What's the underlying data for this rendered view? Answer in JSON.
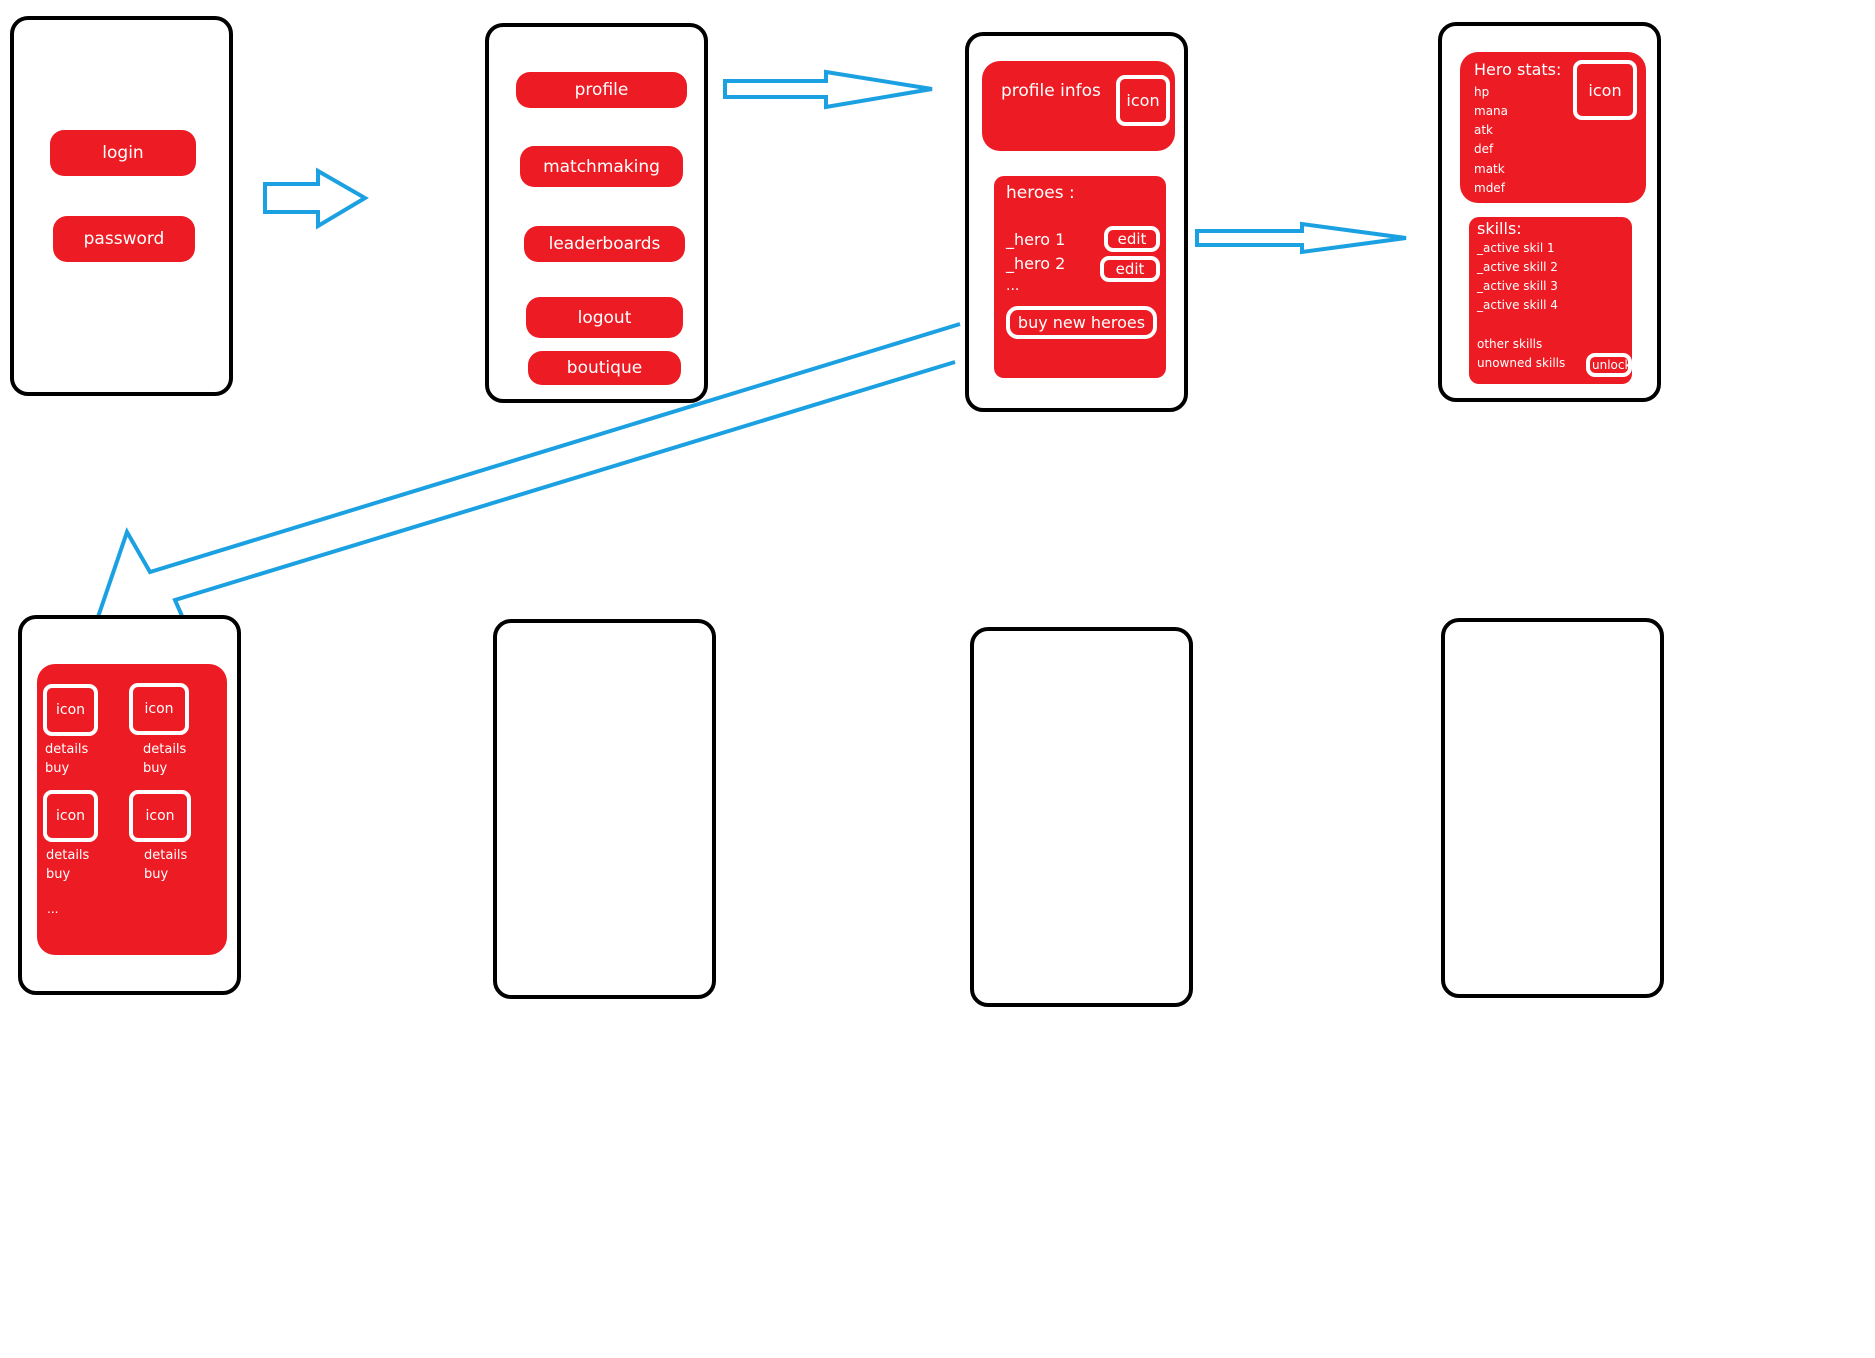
{
  "colors": {
    "accent": "#ed1c24",
    "arrow": "#1ba1e2",
    "frame": "#000000"
  },
  "login_screen": {
    "login": "login",
    "password": "password"
  },
  "menu_screen": {
    "profile": "profile",
    "matchmaking": "matchmaking",
    "leaderboards": "leaderboards",
    "logout": "logout",
    "boutique": "boutique"
  },
  "profile_screen": {
    "profile_infos": "profile infos",
    "icon": "icon",
    "heroes_label": "heroes :",
    "heroes": [
      {
        "name": "_hero 1",
        "edit": "edit"
      },
      {
        "name": "_hero 2",
        "edit": "edit"
      }
    ],
    "ellipsis": "...",
    "buy_new_heroes": "buy new heroes"
  },
  "hero_screen": {
    "stats_title": "Hero stats:",
    "stats": [
      "hp",
      "mana",
      "atk",
      "def",
      "matk",
      "mdef"
    ],
    "icon": "icon",
    "skills_title": "skills:",
    "skills": [
      "_active skil 1",
      "_active skill 2",
      "_active skill 3",
      "_active skill 4"
    ],
    "other_skills": "other skills",
    "unowned_skills": "unowned skills",
    "unlock": "unlock"
  },
  "shop_screen": {
    "items": [
      {
        "icon": "icon",
        "details": "details",
        "buy": "buy"
      },
      {
        "icon": "icon",
        "details": "details",
        "buy": "buy"
      },
      {
        "icon": "icon",
        "details": "details",
        "buy": "buy"
      },
      {
        "icon": "icon",
        "details": "details",
        "buy": "buy"
      }
    ],
    "ellipsis": "..."
  }
}
